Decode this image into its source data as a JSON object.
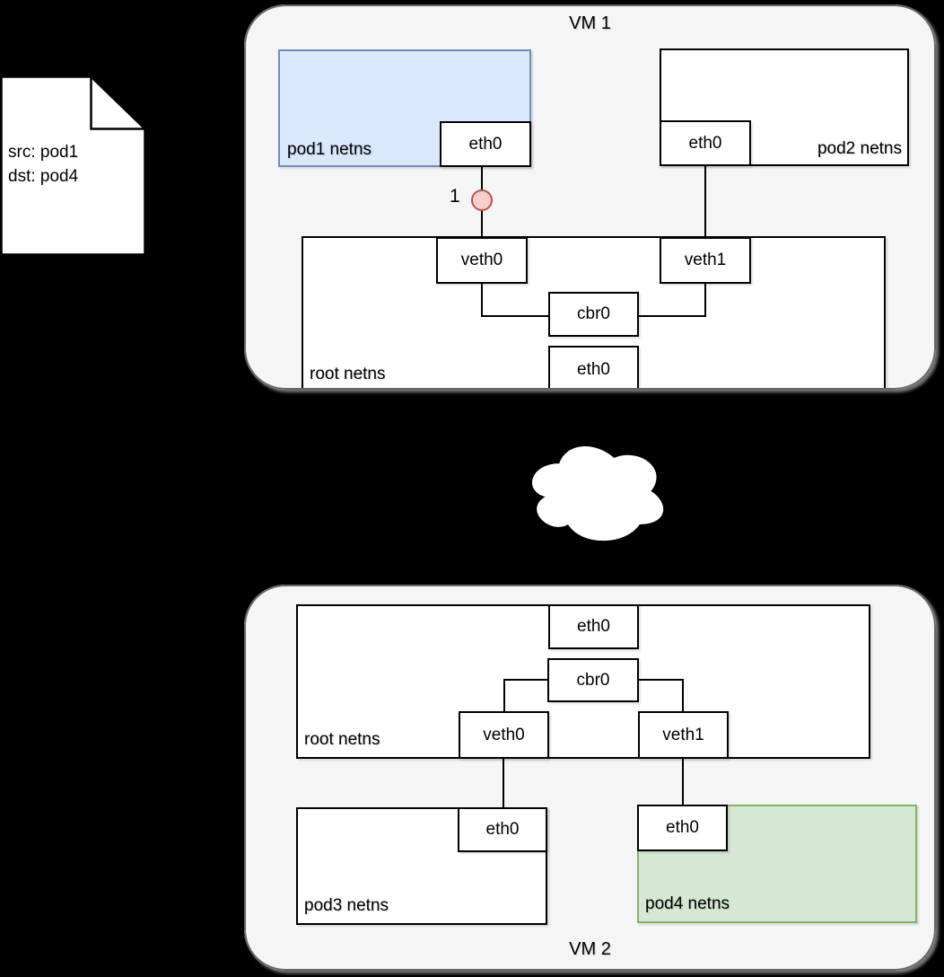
{
  "note": {
    "line1": "src: pod1",
    "line2": "dst: pod4"
  },
  "vm1": {
    "title": "VM 1",
    "pod1_netns": {
      "label": "pod1 netns",
      "eth0_label": "eth0"
    },
    "pod2_netns": {
      "label": "pod2 netns",
      "eth0_label": "eth0"
    },
    "root_netns": {
      "label": "root netns",
      "veth0_label": "veth0",
      "veth1_label": "veth1",
      "cbr0_label": "cbr0",
      "eth0_label": "eth0"
    },
    "step_marker": {
      "label": "1"
    }
  },
  "vm2": {
    "title": "VM 2",
    "root_netns": {
      "label": "root netns",
      "eth0_label": "eth0",
      "cbr0_label": "cbr0",
      "veth0_label": "veth0",
      "veth1_label": "veth1"
    },
    "pod3_netns": {
      "label": "pod3 netns",
      "eth0_label": "eth0"
    },
    "pod4_netns": {
      "label": "pod4 netns",
      "eth0_label": "eth0"
    }
  },
  "colors": {
    "background": "#000000",
    "vm_fill": "#f5f5f5",
    "vm_border": "#666666",
    "box_fill": "#ffffff",
    "box_border": "#000000",
    "pod1_fill": "#dae8fc",
    "pod1_border": "#6c8ebf",
    "pod4_fill": "#d5e8d4",
    "pod4_border": "#82b366",
    "marker_fill": "#f8cecc",
    "marker_border": "#b85450"
  }
}
